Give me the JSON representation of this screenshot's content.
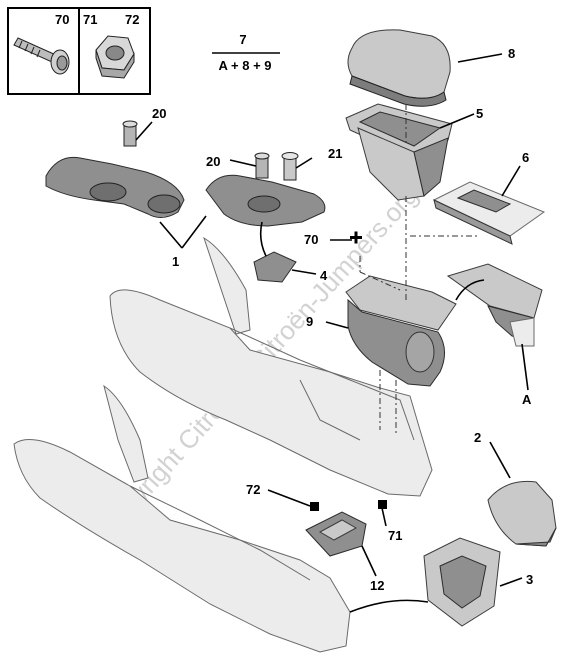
{
  "watermark": "Copyright Citroën - Citroën-Jumpers.org",
  "formula": {
    "top": "7",
    "bottom": "A + 8 + 9"
  },
  "legend_box": {
    "labels": [
      "70",
      "71",
      "72"
    ]
  },
  "callouts": {
    "c1": "1",
    "c2": "2",
    "c3": "3",
    "c4": "4",
    "c5": "5",
    "c6": "6",
    "c8": "8",
    "c9": "9",
    "c12": "12",
    "c20a": "20",
    "c20b": "20",
    "c21": "21",
    "c70": "70",
    "c71": "71",
    "c72": "72",
    "cA": "A"
  }
}
